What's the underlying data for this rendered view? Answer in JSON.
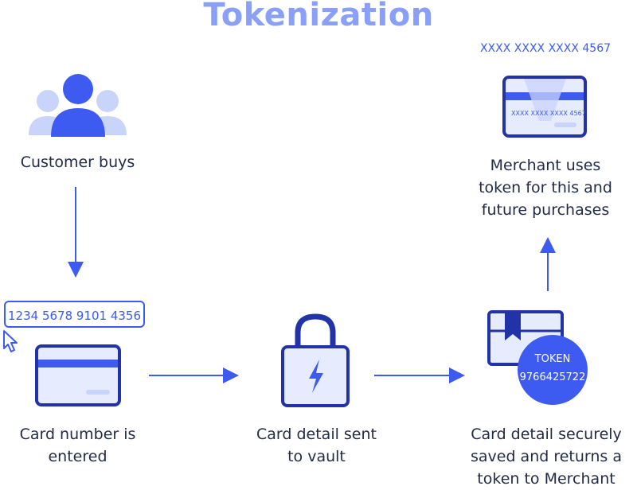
{
  "title": "Tokenization",
  "steps": {
    "customer": {
      "lines": [
        "Customer buys"
      ]
    },
    "card_entry": {
      "lines": [
        "Card number is",
        "entered"
      ],
      "typed_number": "1234 5678 9101 4356"
    },
    "vault": {
      "lines": [
        "Card detail sent",
        "to vault"
      ]
    },
    "saved": {
      "lines": [
        "Card detail securely",
        "saved and returns a",
        "token to Merchant"
      ],
      "token_label": "TOKEN",
      "token_value": "9766425722"
    },
    "merchant": {
      "lines": [
        "Merchant uses",
        "token for this and",
        "future purchases"
      ],
      "masked_number": "XXXX XXXX XXXX 4567",
      "card_masked_number": "XXXX XXXX XXXX 4567"
    }
  },
  "icons": {
    "customer": "customers-group-icon",
    "card_entry": "credit-card-icon",
    "cursor": "pointer-cursor-icon",
    "vault": "padlock-lightning-icon",
    "saved": "box-bookmark-icon",
    "token": "token-circle-icon",
    "merchant": "masked-card-icon"
  },
  "colors": {
    "primary": "#3d5af1",
    "light": "#c9d4fb",
    "title": "#8aa0f8",
    "text": "#1f2a44"
  }
}
